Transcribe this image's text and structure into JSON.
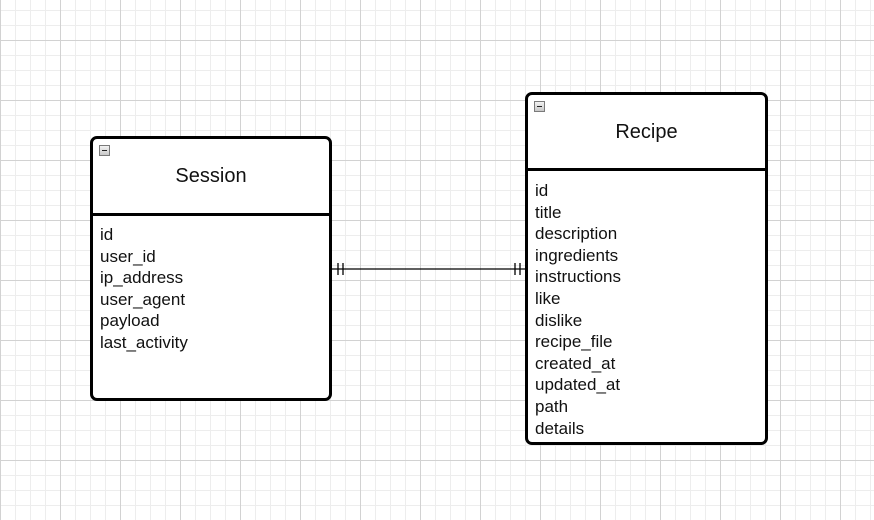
{
  "entities": {
    "session": {
      "name": "Session",
      "attributes": [
        "id",
        "user_id",
        "ip_address",
        "user_agent",
        "payload",
        "last_activity"
      ]
    },
    "recipe": {
      "name": "Recipe",
      "attributes": [
        "id",
        "title",
        "description",
        "ingredients",
        "instructions",
        "like",
        "dislike",
        "recipe_file",
        "created_at",
        "updated_at",
        "path",
        "details"
      ]
    }
  },
  "relationships": [
    {
      "from": "Session",
      "to": "Recipe",
      "from_cardinality": "one-and-only-one",
      "to_cardinality": "one-and-only-one"
    }
  ],
  "icons": {
    "collapse": "collapse-minus-icon"
  }
}
